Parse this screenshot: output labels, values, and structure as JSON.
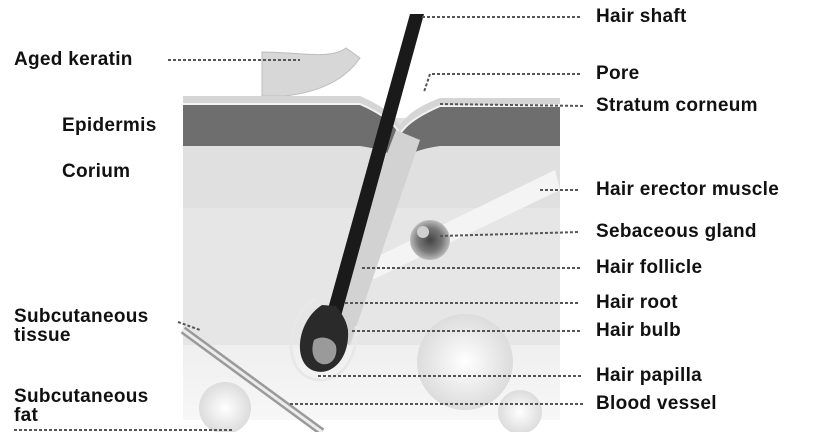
{
  "labels_left": {
    "aged_keratin": "Aged keratin",
    "epidermis": "Epidermis",
    "corium": "Corium",
    "subcutaneous_tissue_1": "Subcutaneous",
    "subcutaneous_tissue_2": "tissue",
    "subcutaneous_fat_1": "Subcutaneous",
    "subcutaneous_fat_2": "fat"
  },
  "labels_right": {
    "hair_shaft": "Hair shaft",
    "pore": "Pore",
    "stratum_corneum": "Stratum corneum",
    "hair_erector_muscle": "Hair erector muscle",
    "sebaceous_gland": "Sebaceous gland",
    "hair_follicle": "Hair follicle",
    "hair_root": "Hair root",
    "hair_bulb": "Hair bulb",
    "hair_papilla": "Hair papilla",
    "blood_vessel": "Blood vessel"
  },
  "colors": {
    "skin_base": "#e4e4e4",
    "epidermis_band": "#6e6e6e",
    "hair": "#1a1a1a",
    "leader_line": "#555555"
  }
}
